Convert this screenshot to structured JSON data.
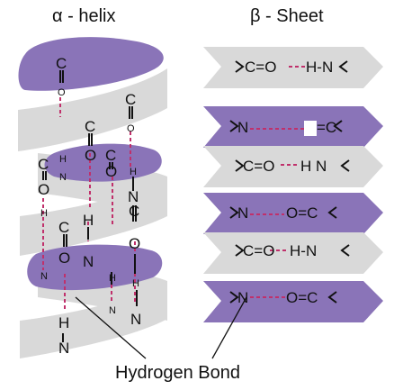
{
  "titles": {
    "helix": "α - helix",
    "sheet": "β - Sheet"
  },
  "caption": "Hydrogen Bond",
  "colors": {
    "purple": "#8a74b8",
    "gray": "#d9d9d9",
    "hbond": "#c0306b",
    "ink": "#111111"
  },
  "helix_atoms": {
    "c1": "C",
    "o1": "O",
    "c2": "C",
    "o2": "O",
    "c3": "C",
    "o3": "O",
    "c4": "C",
    "o4": "O",
    "n1": "N",
    "h1": "H",
    "n2": "N",
    "h2": "H",
    "c5": "C",
    "o5": "O",
    "n3": "N",
    "h3": "H",
    "c6": "C",
    "o6": "O",
    "n4": "N",
    "h4": "H",
    "n5": "N",
    "h5": "H",
    "n6": "N",
    "h6": "H"
  },
  "sheet_rows": [
    {
      "left": "C=O",
      "right": "H-N"
    },
    {
      "left": "N",
      "right": "=C"
    },
    {
      "left": "C=O",
      "right": "H  N"
    },
    {
      "left": "N",
      "right": "O=C"
    },
    {
      "left": "C=O",
      "right": "H-N"
    },
    {
      "left": "N",
      "right": "O=C"
    }
  ]
}
